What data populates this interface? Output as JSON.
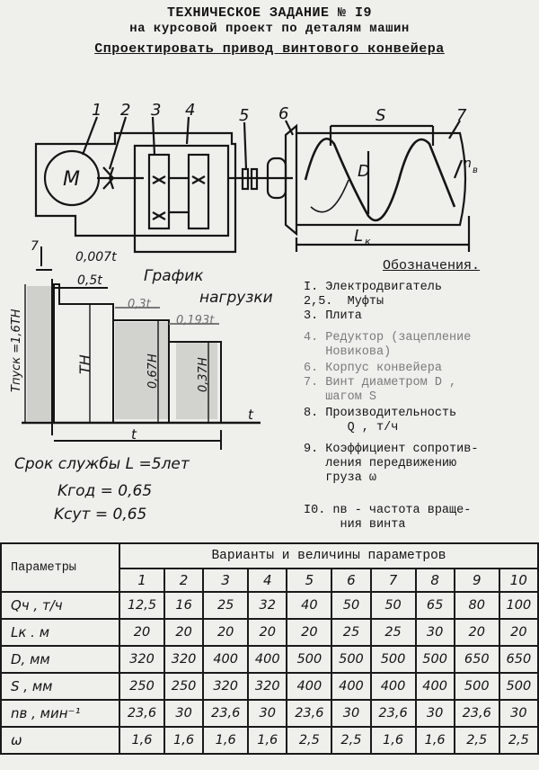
{
  "header": {
    "line1": "ТЕХНИЧЕСКОЕ ЗАДАНИЕ № I9",
    "line2": "на курсовой проект по деталям машин",
    "line3": "Спроектировать привод винтового конвейера"
  },
  "diagram": {
    "part_numbers": [
      "1",
      "2",
      "3",
      "4",
      "5",
      "6",
      "7"
    ],
    "motor_label": "M",
    "screw_step_label": "S",
    "screw_diameter_label": "D",
    "rotation_label": "n",
    "rotation_sub": "в",
    "length_label": "L",
    "length_sub": "к"
  },
  "graph": {
    "title_line1": "График",
    "title_line2": "нагрузки",
    "t_007": "0,007t",
    "t_05": "0,5t",
    "t_03": "0,3t",
    "t_0193": "0,193t",
    "t_axis": "t",
    "t_total": "t",
    "tpusk": "Tпуск =1,6TH",
    "th": "TH",
    "v067": "0,67H",
    "v037": "0,37H",
    "marker_7": "7"
  },
  "legend": {
    "title": "Обозначения.",
    "items": [
      {
        "text": "I. Электродвигатель",
        "faded": false
      },
      {
        "text": "2,5.  Муфты",
        "faded": false
      },
      {
        "text": "3. Плита",
        "faded": false
      },
      {
        "text": "4. Редуктор (зацепление\n   Новикова)",
        "faded": true
      },
      {
        "text": "6. Корпус конвейера",
        "faded": true
      },
      {
        "text": "7. Винт диаметром D ,\n   шагом S",
        "faded": true
      },
      {
        "text": "8. Производительность\n      Q , т/ч",
        "faded": false
      },
      {
        "text": "9. Коэффициент сопротив-\n   ления передвижению\n   груза ω",
        "faded": false
      },
      {
        "text": "I0. nв - частота враще-\n     ния винта",
        "faded": false
      }
    ]
  },
  "service_life": {
    "line1": "Срок службы L =5лет",
    "line2": "Kгод = 0,65",
    "line3": "Kсут = 0,65"
  },
  "table": {
    "param_header": "Параметры",
    "variants_header": "Варианты и величины параметров",
    "variant_numbers": [
      "1",
      "2",
      "3",
      "4",
      "5",
      "6",
      "7",
      "8",
      "9",
      "10"
    ],
    "rows": [
      {
        "name": "Qч , т/ч",
        "values": [
          "12,5",
          "16",
          "25",
          "32",
          "40",
          "50",
          "50",
          "65",
          "80",
          "100"
        ]
      },
      {
        "name": "Lк .  м",
        "values": [
          "20",
          "20",
          "20",
          "20",
          "20",
          "25",
          "25",
          "30",
          "20",
          "20"
        ]
      },
      {
        "name": "D,  мм",
        "values": [
          "320",
          "320",
          "400",
          "400",
          "500",
          "500",
          "500",
          "500",
          "650",
          "650"
        ]
      },
      {
        "name": "S ,  мм",
        "values": [
          "250",
          "250",
          "320",
          "320",
          "400",
          "400",
          "400",
          "400",
          "500",
          "500"
        ]
      },
      {
        "name": "nв , мин⁻¹",
        "values": [
          "23,6",
          "30",
          "23,6",
          "30",
          "23,6",
          "30",
          "23,6",
          "30",
          "23,6",
          "30"
        ]
      },
      {
        "name": "ω",
        "values": [
          "1,6",
          "1,6",
          "1,6",
          "1,6",
          "2,5",
          "2,5",
          "1,6",
          "1,6",
          "2,5",
          "2,5"
        ]
      }
    ]
  }
}
